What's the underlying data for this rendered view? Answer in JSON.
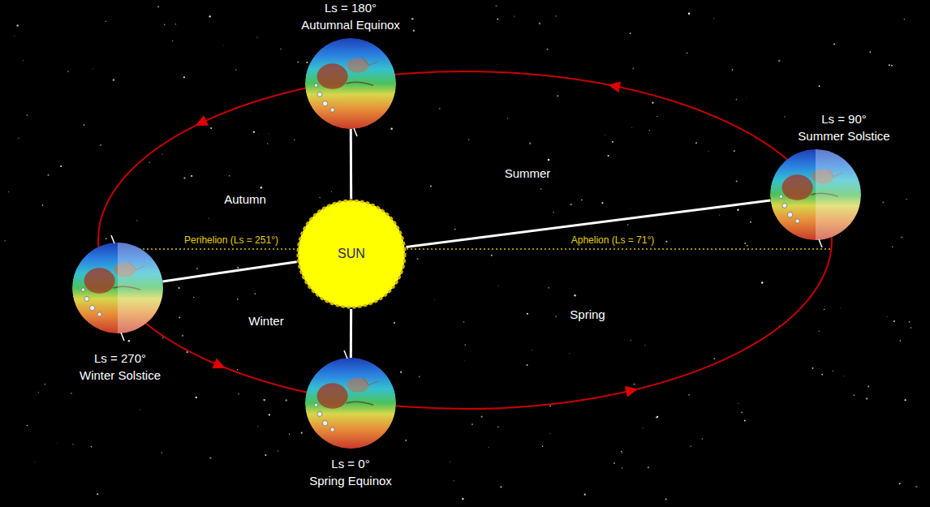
{
  "diagram": {
    "nodes": [
      {
        "text": [
          "Ls = 180°",
          "Autumnal Equinox"
        ]
      },
      {
        "text": [
          "Ls = 90°",
          "Summer Solstice"
        ]
      },
      {
        "text": [
          "SUN"
        ]
      },
      {
        "text": [
          "Ls = 270°",
          "Winter Solstice"
        ]
      },
      {
        "text": [
          "Ls = 0°",
          "Spring Equinox"
        ]
      }
    ],
    "edges": [
      {
        "from": 2,
        "to": 0,
        "arrow": "none"
      },
      {
        "from": 2,
        "to": 1,
        "arrow": "none"
      },
      {
        "from": 2,
        "to": 3,
        "arrow": "none"
      },
      {
        "from": 2,
        "to": 4,
        "arrow": "none"
      }
    ],
    "labels": [
      "Summer",
      "Autumn",
      "Perihelion (Ls = 251°)",
      "Aphelion (Ls = 71°)",
      "Winter",
      "Spring"
    ]
  }
}
